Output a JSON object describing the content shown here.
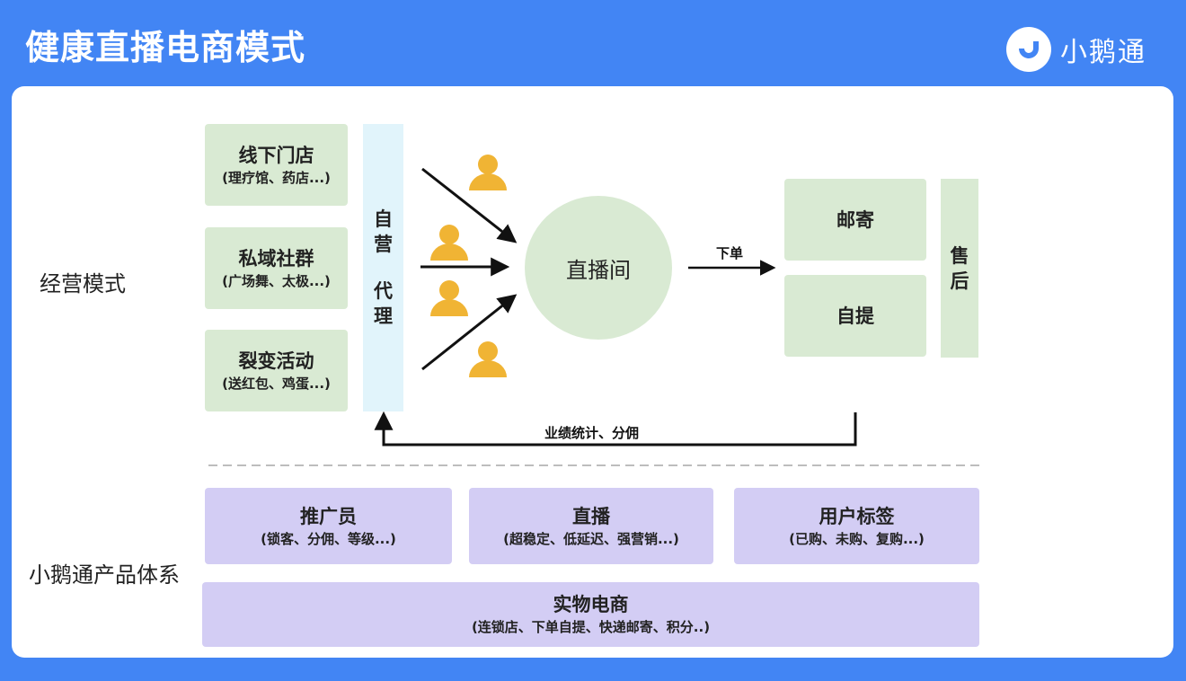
{
  "header": {
    "title": "健康直播电商模式",
    "brand": "小鹅通"
  },
  "sections": {
    "operation_label": "经营模式",
    "product_label": "小鹅通产品体系"
  },
  "channels": [
    {
      "title": "线下门店",
      "subtitle": "(理疗馆、药店...)"
    },
    {
      "title": "私域社群",
      "subtitle": "(广场舞、太极...)"
    },
    {
      "title": "裂变活动",
      "subtitle": "(送红包、鸡蛋...)"
    }
  ],
  "agents": {
    "self_run": "自营",
    "agent": "代理"
  },
  "live_room": "直播间",
  "order_label": "下单",
  "fulfillment": [
    "邮寄",
    "自提"
  ],
  "after_sales": "售后",
  "feedback_label": "业绩统计、分佣",
  "products": [
    {
      "title": "推广员",
      "subtitle": "(锁客、分佣、等级...)"
    },
    {
      "title": "直播",
      "subtitle": "(超稳定、低延迟、强营销...)"
    },
    {
      "title": "用户标签",
      "subtitle": "(已购、未购、复购...)"
    }
  ],
  "base_product": {
    "title": "实物电商",
    "subtitle": "(连锁店、下单自提、快递邮寄、积分..)"
  },
  "colors": {
    "header_bg": "#4285f4",
    "green_box": "#d9ead3",
    "light_blue_box": "#e1f4fb",
    "purple_box": "#d3cdf4",
    "person_icon": "#f0b434"
  }
}
